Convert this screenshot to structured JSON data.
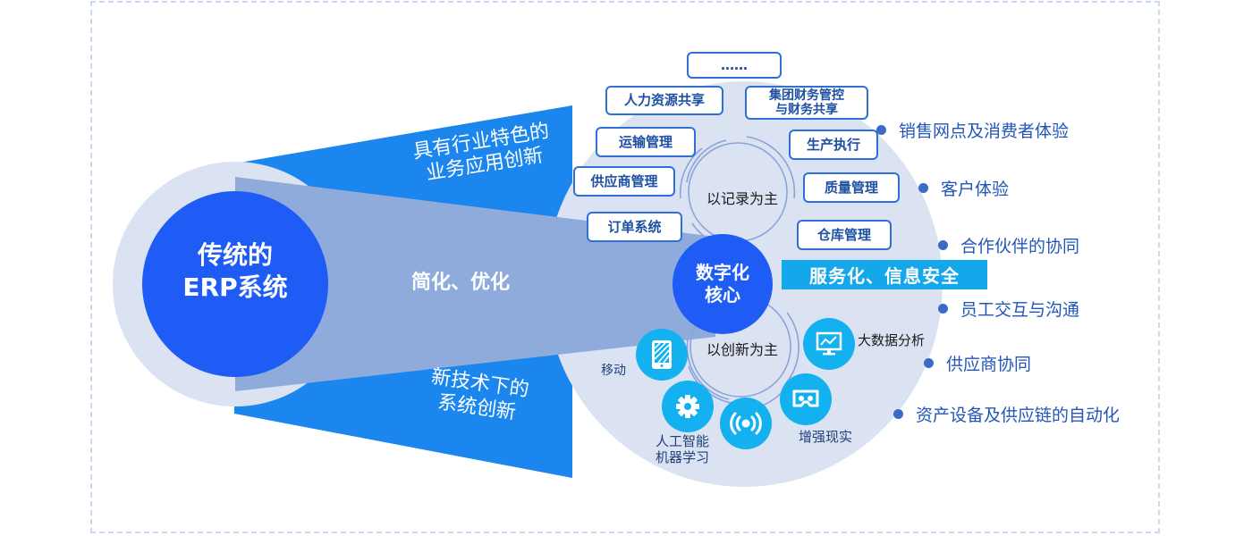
{
  "legacy": {
    "line1": "传统的",
    "line2": "ERP系统"
  },
  "cones": {
    "top": {
      "line1": "具有行业特色的",
      "line2": "业务应用创新"
    },
    "middle": "简化、优化",
    "bottom": {
      "line1": "新技术下的",
      "line2": "系统创新"
    }
  },
  "core": {
    "line1": "数字化",
    "line2": "核心"
  },
  "record_ring": {
    "label": "以记录为主"
  },
  "innovation_ring": {
    "label": "以创新为主"
  },
  "modules": [
    {
      "id": "more",
      "label": "……"
    },
    {
      "id": "hr",
      "label": "人力资源共享"
    },
    {
      "id": "finance",
      "label": "集团财务管控\n与财务共享",
      "line1": "集团财务管控",
      "line2": "与财务共享"
    },
    {
      "id": "transport",
      "label": "运输管理"
    },
    {
      "id": "production",
      "label": "生产执行"
    },
    {
      "id": "supplier",
      "label": "供应商管理"
    },
    {
      "id": "quality",
      "label": "质量管理"
    },
    {
      "id": "order",
      "label": "订单系统"
    },
    {
      "id": "warehouse",
      "label": "仓库管理"
    }
  ],
  "banner": "服务化、信息安全",
  "technologies": [
    {
      "id": "mobile",
      "label": "移动",
      "icon": "mobile-phone-icon"
    },
    {
      "id": "ai",
      "line1": "人工智能",
      "line2": "机器学习",
      "icon": "gear-icon"
    },
    {
      "id": "iot",
      "label": "",
      "icon": "wireless-signal-icon"
    },
    {
      "id": "ar",
      "label": "增强现实",
      "icon": "vr-headset-icon"
    },
    {
      "id": "bigdata",
      "label": "大数据分析",
      "icon": "analytics-monitor-icon"
    }
  ],
  "outcomes": [
    "销售网点及消费者体验",
    "客户体验",
    "合作伙伴的协同",
    "员工交互与沟通",
    "供应商协同",
    "资产设备及供应链的自动化"
  ],
  "colors": {
    "primary_blue": "#1e5cf5",
    "cone_blue": "#1a86ee",
    "middle_band": "#8fabdc",
    "ellipse_fill": "#dbe3f2",
    "halo": "#dbe3f2",
    "tech_cyan": "#14b1f0",
    "banner_cyan": "#14a7ea",
    "bullet_text": "#2356b8"
  }
}
